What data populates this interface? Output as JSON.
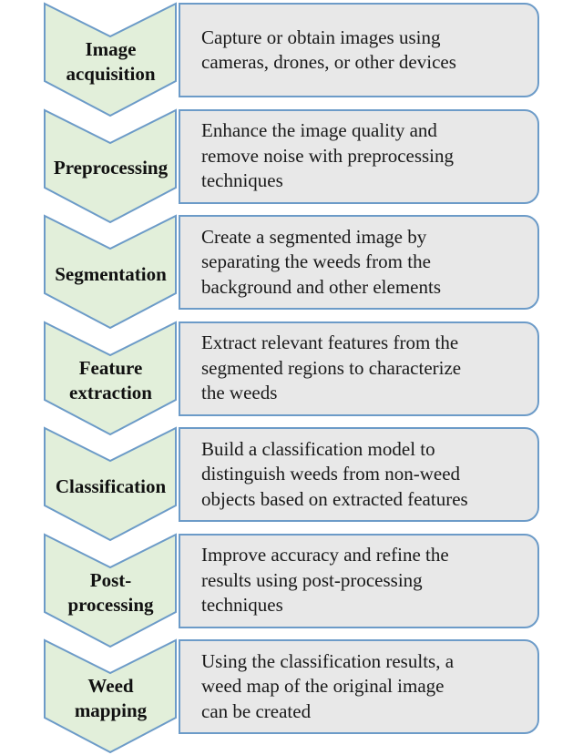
{
  "diagram": {
    "type": "process-flow",
    "colors": {
      "chevron_fill": "#e2efda",
      "chevron_border": "#6c9bc8",
      "box_fill": "#e8e8e8",
      "box_border": "#6c9bc8"
    },
    "steps": [
      {
        "label": "Image\nacquisition",
        "description": "Capture or obtain images using\ncameras, drones, or other devices"
      },
      {
        "label": "Preprocessing",
        "description": "Enhance the image quality and\nremove noise with preprocessing\ntechniques"
      },
      {
        "label": "Segmentation",
        "description": "Create a segmented image by\nseparating the weeds from the\nbackground and other elements"
      },
      {
        "label": "Feature\nextraction",
        "description": "Extract relevant features from the\nsegmented regions to characterize\nthe weeds"
      },
      {
        "label": "Classification",
        "description": "Build a classification model to\ndistinguish weeds from non-weed\nobjects based on extracted features"
      },
      {
        "label": "Post-\nprocessing",
        "description": "Improve accuracy and refine the\nresults using post-processing\ntechniques"
      },
      {
        "label": "Weed\nmapping",
        "description": "Using the classification results, a\nweed map of the original image\ncan be created"
      }
    ]
  }
}
